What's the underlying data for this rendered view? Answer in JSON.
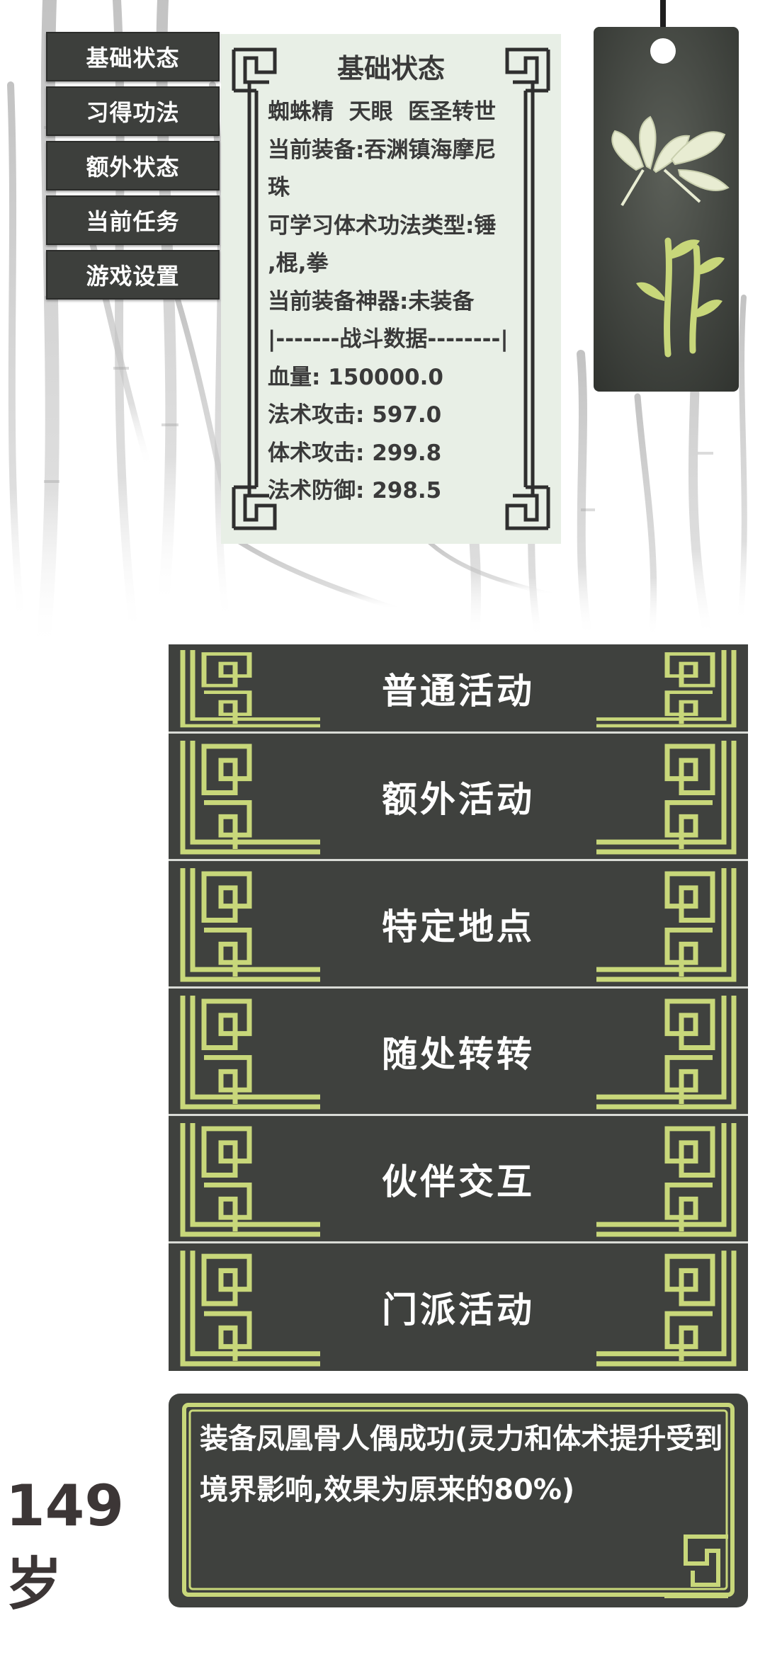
{
  "side_menu": {
    "items": [
      {
        "label": "基础状态"
      },
      {
        "label": "习得功法"
      },
      {
        "label": "额外状态"
      },
      {
        "label": "当前任务"
      },
      {
        "label": "游戏设置"
      }
    ]
  },
  "status_panel": {
    "title": "基础状态",
    "lines": [
      "蜘蛛精  天眼  医圣转世",
      "当前装备:吞渊镇海摩尼",
      "珠",
      "可学习体术功法类型:锤",
      ",棍,拳",
      "当前装备神器:未装备",
      "|-------战斗数据--------|",
      "血量: 150000.0",
      "法术攻击: 597.0",
      "体术攻击: 299.8",
      "法术防御: 298.5"
    ]
  },
  "activities": [
    {
      "label": "普通活动"
    },
    {
      "label": "额外活动"
    },
    {
      "label": "特定地点"
    },
    {
      "label": "随处转转"
    },
    {
      "label": "伙伴交互"
    },
    {
      "label": "门派活动"
    }
  ],
  "age": "149岁",
  "notice": {
    "text": "装备凤凰骨人偶成功(灵力和体术提升受到境界影响,效果为原来的80%)"
  },
  "colors": {
    "button_dark": "#3f413e",
    "panel_bg": "#e8efe6",
    "ornament_yellow": "#c8d77a",
    "text_dark": "#3a3a3a"
  }
}
